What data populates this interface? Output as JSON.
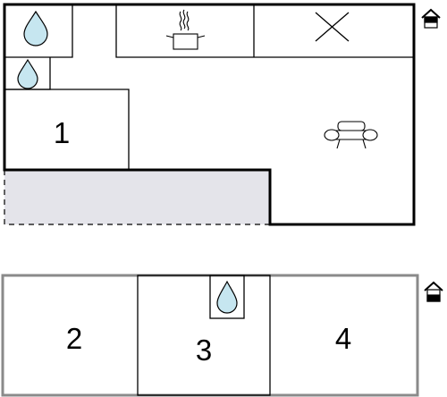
{
  "floor_upper": {
    "rooms": [
      {
        "id": "room-1",
        "label": "1"
      }
    ],
    "icons": [
      "water-drop-icon",
      "water-drop-icon",
      "cooking-pot-icon",
      "cross-mark-icon",
      "sofa-icon",
      "floor-indicator-upper-icon"
    ],
    "terrace": {
      "shade": "#e4e4ea"
    }
  },
  "floor_lower": {
    "rooms": [
      {
        "id": "room-2",
        "label": "2"
      },
      {
        "id": "room-3",
        "label": "3"
      },
      {
        "id": "room-4",
        "label": "4"
      }
    ],
    "icons": [
      "water-drop-icon",
      "floor-indicator-lower-icon"
    ]
  },
  "colors": {
    "wall": "#000000",
    "wall_lower": "#8a8a8a",
    "water": "#c6e6f0"
  }
}
